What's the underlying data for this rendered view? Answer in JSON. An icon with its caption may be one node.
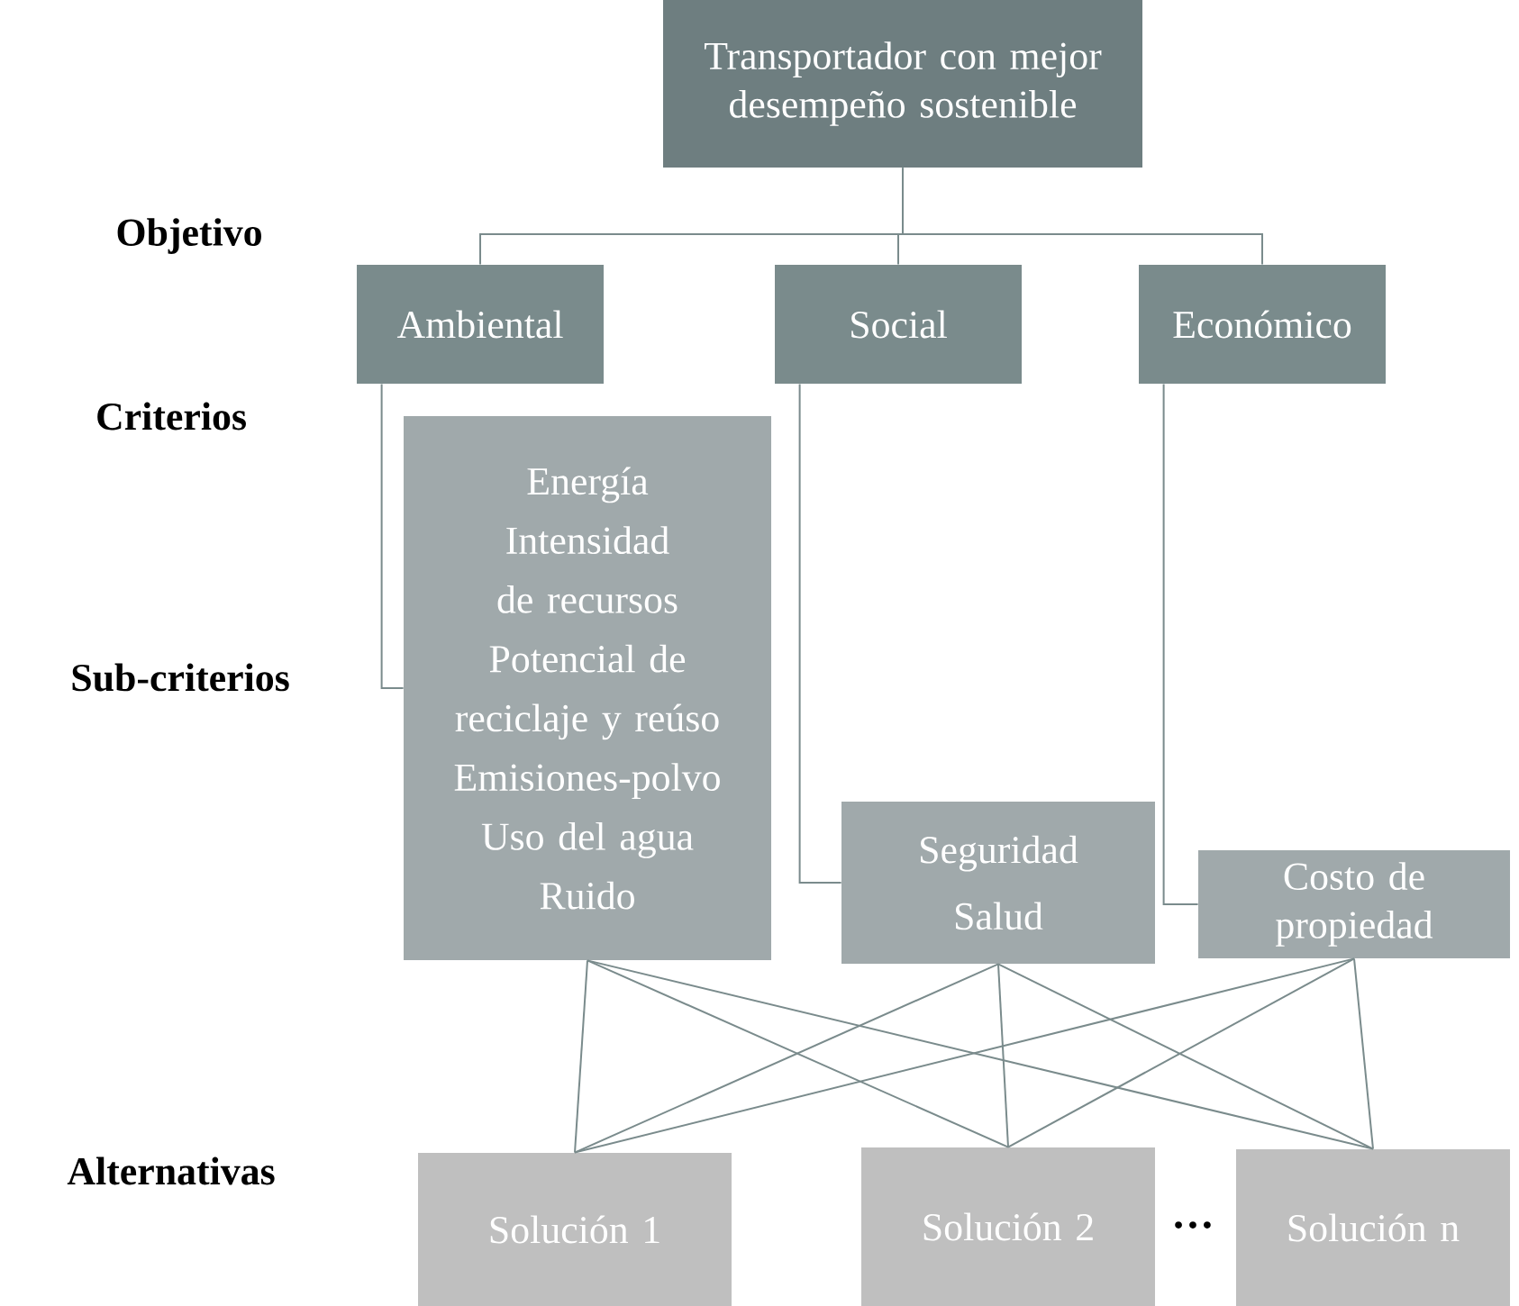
{
  "diagram": {
    "nodes": [
      {
        "text": [
          "Transportador con mejor desempeño sostenible"
        ]
      },
      {
        "text": [
          "Ambiental"
        ]
      },
      {
        "text": [
          "Social"
        ]
      },
      {
        "text": [
          "Económico"
        ]
      },
      {
        "text": [
          "Energía",
          "Intensidad de recursos",
          "Potencial de reciclaje y reúso",
          "Emisiones-polvo",
          "Uso del agua",
          "Ruido"
        ]
      },
      {
        "text": [
          "Seguridad",
          "Salud"
        ]
      },
      {
        "text": [
          "Costo de propiedad"
        ]
      },
      {
        "text": [
          "Solución 1"
        ]
      },
      {
        "text": [
          "Solución 2"
        ]
      },
      {
        "text": [
          "Solución n"
        ]
      }
    ],
    "edges": [
      {
        "from": 0,
        "to": 1,
        "arrow": "none"
      },
      {
        "from": 0,
        "to": 2,
        "arrow": "none"
      },
      {
        "from": 0,
        "to": 3,
        "arrow": "none"
      },
      {
        "from": 1,
        "to": 4,
        "arrow": "none"
      },
      {
        "from": 2,
        "to": 5,
        "arrow": "none"
      },
      {
        "from": 3,
        "to": 6,
        "arrow": "none"
      },
      {
        "from": 4,
        "to": 7,
        "arrow": "none"
      },
      {
        "from": 4,
        "to": 8,
        "arrow": "none"
      },
      {
        "from": 4,
        "to": 9,
        "arrow": "none"
      },
      {
        "from": 5,
        "to": 7,
        "arrow": "none"
      },
      {
        "from": 5,
        "to": 8,
        "arrow": "none"
      },
      {
        "from": 5,
        "to": 9,
        "arrow": "none"
      },
      {
        "from": 6,
        "to": 7,
        "arrow": "none"
      },
      {
        "from": 6,
        "to": 8,
        "arrow": "none"
      },
      {
        "from": 6,
        "to": 9,
        "arrow": "none"
      }
    ],
    "labels": [
      "Objetivo",
      "Criterios",
      "Sub-criterios",
      "Alternativas",
      "···"
    ]
  }
}
